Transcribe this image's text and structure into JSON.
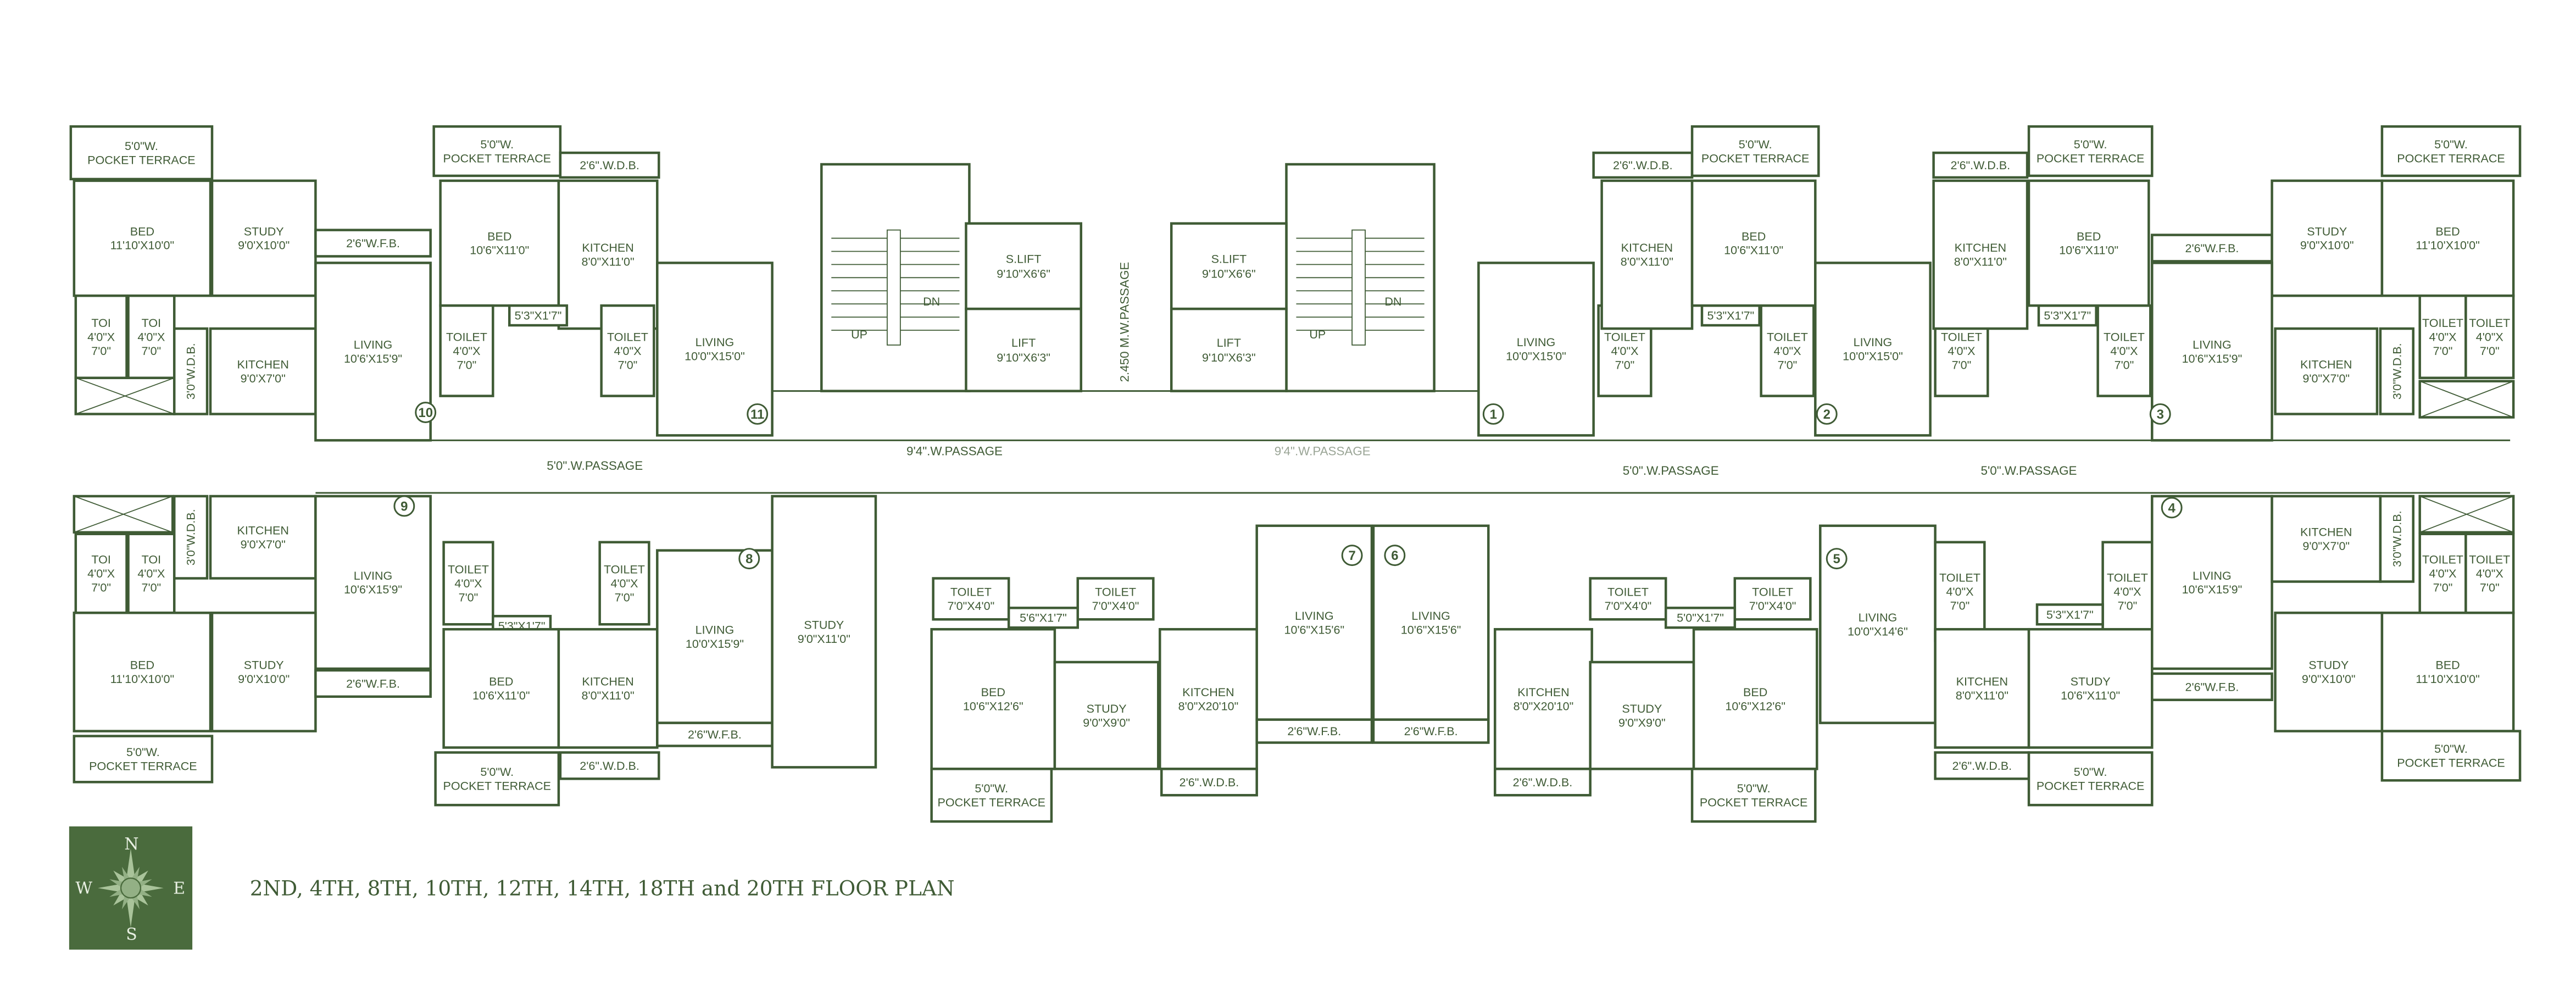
{
  "title": "2ND, 4TH, 8TH, 10TH, 12TH, 14TH, 18TH and 20TH FLOOR PLAN",
  "colors": {
    "line": "#3f5b35",
    "compass_bg": "#4a6b3d",
    "compass_star": "#a9c39a"
  },
  "compass": {
    "n": "N",
    "s": "S",
    "e": "E",
    "w": "W",
    "icon": "compass-rose-icon"
  },
  "passages": [
    "5'0\".W.PASSAGE",
    "9'4\".W.PASSAGE",
    "9'4\".W.PASSAGE",
    "5'0\".W.PASSAGE",
    "5'0\".W.PASSAGE"
  ],
  "core": {
    "mw_passage": "2.450 M.W.PASSAGE",
    "stairs": [
      {
        "up": "UP",
        "dn": "DN"
      },
      {
        "up": "UP",
        "dn": "DN"
      }
    ],
    "lifts": [
      {
        "lines": [
          "S.LIFT",
          "9'10\"X6'6\""
        ]
      },
      {
        "lines": [
          "LIFT",
          "9'10\"X6'3\""
        ]
      },
      {
        "lines": [
          "S.LIFT",
          "9'10\"X6'6\""
        ]
      },
      {
        "lines": [
          "LIFT",
          "9'10\"X6'3\""
        ]
      }
    ]
  },
  "units": [
    {
      "number": "10",
      "rooms": [
        {
          "lines": [
            "5'0\"W.",
            "POCKET TERRACE"
          ]
        },
        {
          "lines": [
            "BED",
            "11'10'X10'0\""
          ]
        },
        {
          "lines": [
            "STUDY",
            "9'0'X10'0\""
          ]
        },
        {
          "lines": [
            "2'6\"W.F.B."
          ]
        },
        {
          "lines": [
            "TOI",
            "4'0\"X",
            "7'0\""
          ]
        },
        {
          "lines": [
            "TOI",
            "4'0\"X",
            "7'0\""
          ]
        },
        {
          "lines": [
            "3'0\"W.D.B."
          ]
        },
        {
          "lines": [
            "KITCHEN",
            "9'0'X7'0\""
          ]
        },
        {
          "lines": [
            "LIVING",
            "10'6'X15'9\""
          ]
        }
      ]
    },
    {
      "number": "11",
      "rooms": [
        {
          "lines": [
            "5'0\"W.",
            "POCKET TERRACE"
          ]
        },
        {
          "lines": [
            "2'6\".W.D.B."
          ]
        },
        {
          "lines": [
            "BED",
            "10'6\"X11'0\""
          ]
        },
        {
          "lines": [
            "KITCHEN",
            "8'0\"X11'0\""
          ]
        },
        {
          "lines": [
            "TOILET",
            "4'0\"X",
            "7'0\""
          ]
        },
        {
          "lines": [
            "TOILET",
            "4'0\"X",
            "7'0\""
          ]
        },
        {
          "lines": [
            "5'3\"X1'7\""
          ]
        },
        {
          "lines": [
            "LIVING",
            "10'0\"X15'0\""
          ]
        }
      ]
    },
    {
      "number": "1",
      "rooms": [
        {
          "lines": [
            "LIVING",
            "10'0\"X15'0\""
          ]
        },
        {
          "lines": [
            "TOILET",
            "4'0\"X",
            "7'0\""
          ]
        },
        {
          "lines": [
            "TOILET",
            "4'0\"X",
            "7'0\""
          ]
        },
        {
          "lines": [
            "5'3\"X1'7\""
          ]
        },
        {
          "lines": [
            "KITCHEN",
            "8'0\"X11'0\""
          ]
        },
        {
          "lines": [
            "BED",
            "10'6\"X11'0\""
          ]
        },
        {
          "lines": [
            "2'6\".W.D.B."
          ]
        },
        {
          "lines": [
            "5'0\"W.",
            "POCKET TERRACE"
          ]
        }
      ]
    },
    {
      "number": "2",
      "rooms": [
        {
          "lines": [
            "LIVING",
            "10'0\"X15'0\""
          ]
        },
        {
          "lines": [
            "TOILET",
            "4'0\"X",
            "7'0\""
          ]
        },
        {
          "lines": [
            "TOILET",
            "4'0\"X",
            "7'0\""
          ]
        },
        {
          "lines": [
            "5'3\"X1'7\""
          ]
        },
        {
          "lines": [
            "KITCHEN",
            "8'0\"X11'0\""
          ]
        },
        {
          "lines": [
            "BED",
            "10'6\"X11'0\""
          ]
        },
        {
          "lines": [
            "2'6\".W.D.B."
          ]
        },
        {
          "lines": [
            "5'0\"W.",
            "POCKET TERRACE"
          ]
        }
      ]
    },
    {
      "number": "3",
      "rooms": [
        {
          "lines": [
            "2'6\"W.F.B."
          ]
        },
        {
          "lines": [
            "STUDY",
            "9'0\"X10'0\""
          ]
        },
        {
          "lines": [
            "BED",
            "11'10'X10'0\""
          ]
        },
        {
          "lines": [
            "5'0\"W.",
            "POCKET TERRACE"
          ]
        },
        {
          "lines": [
            "LIVING",
            "10'6\"X15'9\""
          ]
        },
        {
          "lines": [
            "KITCHEN",
            "9'0\"X7'0\""
          ]
        },
        {
          "lines": [
            "3'0\"W.D.B."
          ]
        },
        {
          "lines": [
            "TOILET",
            "4'0\"X",
            "7'0\""
          ]
        },
        {
          "lines": [
            "TOILET",
            "4'0\"X",
            "7'0\""
          ]
        }
      ]
    },
    {
      "number": "9",
      "rooms": [
        {
          "lines": [
            "TOI",
            "4'0\"X",
            "7'0\""
          ]
        },
        {
          "lines": [
            "TOI",
            "4'0\"X",
            "7'0\""
          ]
        },
        {
          "lines": [
            "3'0\"W.D.B."
          ]
        },
        {
          "lines": [
            "KITCHEN",
            "9'0'X7'0\""
          ]
        },
        {
          "lines": [
            "LIVING",
            "10'6'X15'9\""
          ]
        },
        {
          "lines": [
            "BED",
            "11'10'X10'0\""
          ]
        },
        {
          "lines": [
            "STUDY",
            "9'0'X10'0\""
          ]
        },
        {
          "lines": [
            "2'6\"W.F.B."
          ]
        },
        {
          "lines": [
            "5'0\"W.",
            "POCKET TERRACE"
          ]
        }
      ]
    },
    {
      "number": "8",
      "rooms": [
        {
          "lines": [
            "TOILET",
            "4'0\"X",
            "7'0\""
          ]
        },
        {
          "lines": [
            "TOILET",
            "4'0\"X",
            "7'0\""
          ]
        },
        {
          "lines": [
            "5'3\"X1'7\""
          ]
        },
        {
          "lines": [
            "BED",
            "10'6'X11'0\""
          ]
        },
        {
          "lines": [
            "KITCHEN",
            "8'0\"X11'0\""
          ]
        },
        {
          "lines": [
            "LIVING",
            "10'0'X15'9\""
          ]
        },
        {
          "lines": [
            "2'6\"W.F.B."
          ]
        },
        {
          "lines": [
            "5'0\"W.",
            "POCKET TERRACE"
          ]
        },
        {
          "lines": [
            "2'6\".W.D.B."
          ]
        },
        {
          "lines": [
            "STUDY",
            "9'0\"X11'0\""
          ]
        }
      ]
    },
    {
      "number": "7",
      "rooms": [
        {
          "lines": [
            "TOILET",
            "7'0\"X4'0\""
          ]
        },
        {
          "lines": [
            "TOILET",
            "7'0\"X4'0\""
          ]
        },
        {
          "lines": [
            "5'6\"X1'7\""
          ]
        },
        {
          "lines": [
            "BED",
            "10'6\"X12'6\""
          ]
        },
        {
          "lines": [
            "STUDY",
            "9'0\"X9'0\""
          ]
        },
        {
          "lines": [
            "KITCHEN",
            "8'0\"X20'10\""
          ]
        },
        {
          "lines": [
            "LIVING",
            "10'6\"X15'6\""
          ]
        },
        {
          "lines": [
            "2'6\"W.F.B."
          ]
        },
        {
          "lines": [
            "5'0\"W.",
            "POCKET TERRACE"
          ]
        },
        {
          "lines": [
            "2'6\".W.D.B."
          ]
        }
      ]
    },
    {
      "number": "6",
      "rooms": [
        {
          "lines": [
            "LIVING",
            "10'6\"X15'6\""
          ]
        },
        {
          "lines": [
            "2'6\"W.F.B."
          ]
        },
        {
          "lines": [
            "KITCHEN",
            "8'0\"X20'10\""
          ]
        },
        {
          "lines": [
            "STUDY",
            "9'0\"X9'0\""
          ]
        },
        {
          "lines": [
            "BED",
            "10'6\"X12'6\""
          ]
        },
        {
          "lines": [
            "TOILET",
            "7'0\"X4'0\""
          ]
        },
        {
          "lines": [
            "TOILET",
            "7'0\"X4'0\""
          ]
        },
        {
          "lines": [
            "5'0\"X1'7\""
          ]
        },
        {
          "lines": [
            "2'6\".W.D.B."
          ]
        },
        {
          "lines": [
            "5'0\"W.",
            "POCKET TERRACE"
          ]
        }
      ]
    },
    {
      "number": "5",
      "rooms": [
        {
          "lines": [
            "LIVING",
            "10'0\"X14'6\""
          ]
        },
        {
          "lines": [
            "TOILET",
            "4'0\"X",
            "7'0\""
          ]
        },
        {
          "lines": [
            "TOILET",
            "4'0\"X",
            "7'0\""
          ]
        },
        {
          "lines": [
            "5'3\"X1'7\""
          ]
        },
        {
          "lines": [
            "KITCHEN",
            "8'0\"X11'0\""
          ]
        },
        {
          "lines": [
            "STUDY",
            "10'6\"X11'0\""
          ]
        },
        {
          "lines": [
            "2'6\".W.D.B."
          ]
        },
        {
          "lines": [
            "5'0\"W.",
            "POCKET TERRACE"
          ]
        }
      ]
    },
    {
      "number": "4",
      "rooms": [
        {
          "lines": [
            "LIVING",
            "10'6\"X15'9\""
          ]
        },
        {
          "lines": [
            "KITCHEN",
            "9'0\"X7'0\""
          ]
        },
        {
          "lines": [
            "3'0\"W.D.B."
          ]
        },
        {
          "lines": [
            "TOILET",
            "4'0\"X",
            "7'0\""
          ]
        },
        {
          "lines": [
            "TOILET",
            "4'0\"X",
            "7'0\""
          ]
        },
        {
          "lines": [
            "STUDY",
            "9'0\"X10'0\""
          ]
        },
        {
          "lines": [
            "BED",
            "11'10'X10'0\""
          ]
        },
        {
          "lines": [
            "2'6\"W.F.B."
          ]
        },
        {
          "lines": [
            "5'0\"W.",
            "POCKET TERRACE"
          ]
        }
      ]
    }
  ]
}
